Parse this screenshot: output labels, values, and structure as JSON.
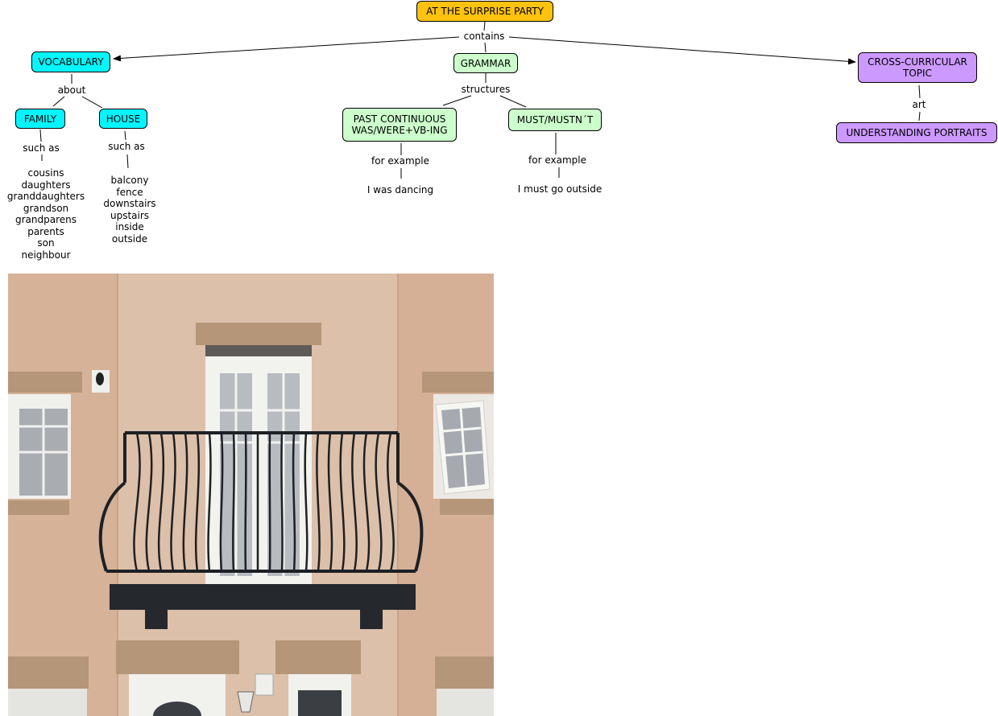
{
  "map": {
    "nodes": {
      "root": {
        "label": "AT THE SURPRISE PARTY",
        "color": "#ffc20e"
      },
      "vocabulary": {
        "label": "VOCABULARY",
        "color": "#00f7ff"
      },
      "grammar": {
        "label": "GRAMMAR",
        "color": "#ccffcc"
      },
      "cross": {
        "label": "CROSS-CURRICULAR\nTOPIC",
        "color": "#cc99ff"
      },
      "family": {
        "label": "FAMILY",
        "color": "#00f7ff"
      },
      "house": {
        "label": "HOUSE",
        "color": "#00f7ff"
      },
      "past": {
        "label": "PAST CONTINUOUS\nWAS/WERE+VB-ING",
        "color": "#ccffcc"
      },
      "must": {
        "label": "MUST/MUSTN´T",
        "color": "#ccffcc"
      },
      "portraits": {
        "label": "UNDERSTANDING PORTRAITS",
        "color": "#cc99ff"
      }
    },
    "linking_phrases": {
      "contains": "contains",
      "about": "about",
      "structures": "structures",
      "art": "art",
      "family_such_as": "such as",
      "house_such_as": "such as",
      "past_example": "for example",
      "must_example": "for example"
    },
    "leaves": {
      "family_words": "cousins\ndaughters\ngranddaughters\ngrandson\ngrandparens\nparents\nson\nneighbour",
      "house_words": "balcony\nfence\ndownstairs\nupstairs\ninside\noutside",
      "past_sentence": "I was dancing",
      "must_sentence": "I must go outside"
    }
  },
  "photo": {
    "subject": "balcony"
  }
}
